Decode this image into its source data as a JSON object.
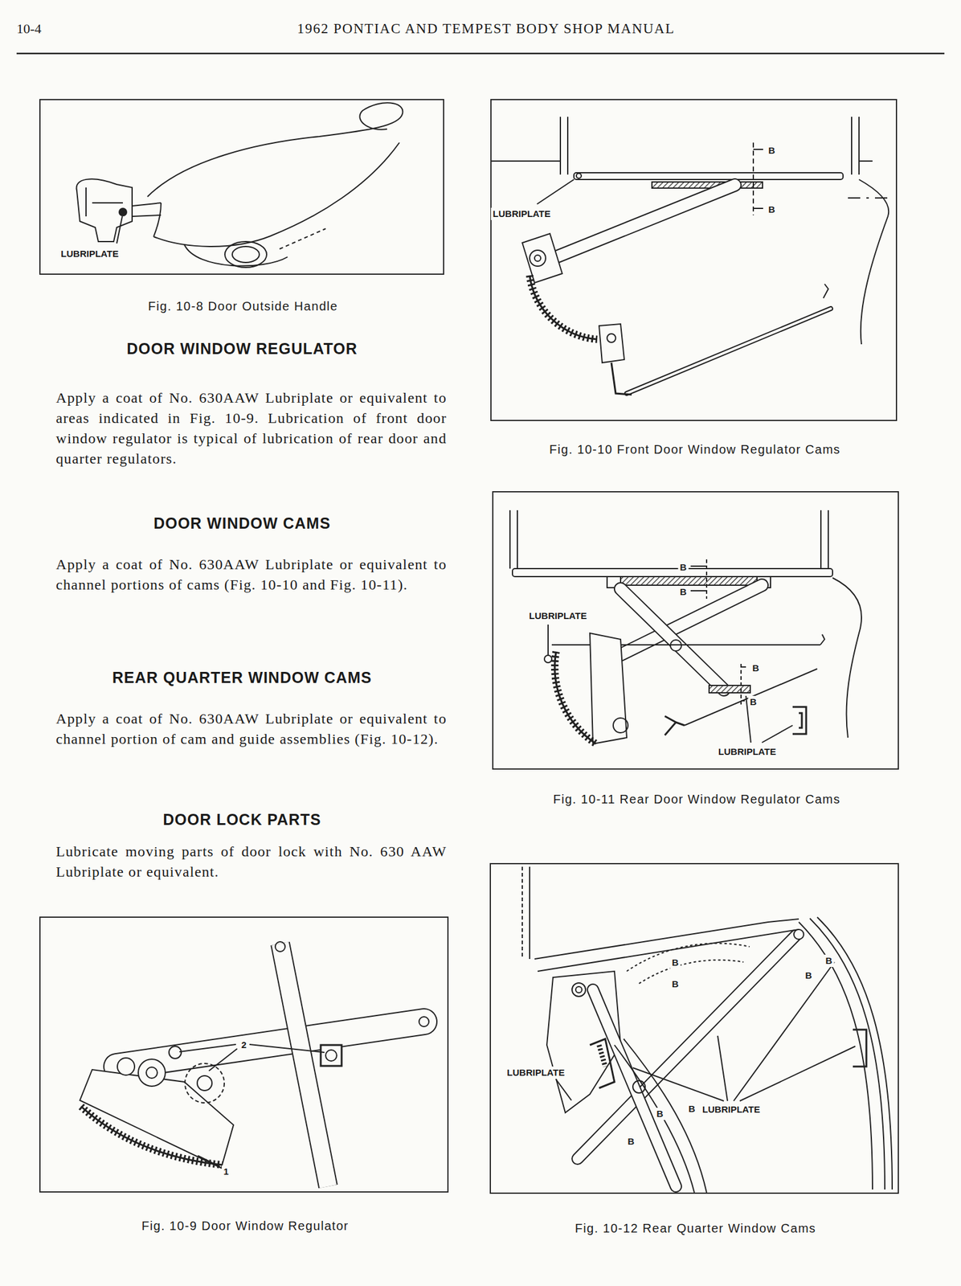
{
  "diagram": {
    "title": "1962 PONTIAC AND TEMPEST BODY SHOP MANUAL",
    "nodes": [
      {
        "text": [
          "LUBRIPLATE",
          "Fig. 10-8 Door Outside Handle"
        ]
      },
      {
        "text": [
          "2",
          "1",
          "Fig. 10-9 Door Window Regulator"
        ]
      },
      {
        "text": [
          "B",
          "B",
          "LUBRIPLATE",
          "Fig. 10-10 Front Door Window Regulator Cams"
        ]
      },
      {
        "text": [
          "B",
          "B",
          "LUBRIPLATE",
          "B",
          "B",
          "LUBRIPLATE",
          "Fig. 10-11 Rear Door Window Regulator Cams"
        ]
      },
      {
        "text": [
          "B",
          "B",
          "B",
          "B",
          "LUBRIPLATE",
          "LUBRIPLATE",
          "B",
          "B",
          "B",
          "Fig. 10-12 Rear Quarter Window Cams"
        ]
      }
    ],
    "edges": [],
    "labels": [
      "10-4",
      "DOOR WINDOW REGULATOR",
      "Apply a coat of No. 630AAW Lubriplate or equivalent to areas indicated in Fig. 10-9. Lubrication of front door window regulator is typical of lubrication of rear door and quarter regulators.",
      "DOOR WINDOW CAMS",
      "Apply a coat of No. 630AAW Lubriplate or equivalent to channel portions of cams (Fig. 10-10 and Fig. 10-11).",
      "REAR QUARTER WINDOW CAMS",
      "Apply a coat of No. 630AAW Lubriplate or equivalent to channel portion of cam and guide assemblies (Fig. 10-12).",
      "DOOR LOCK PARTS",
      "Lubricate moving parts of door lock with No. 630 AAW Lubriplate or equivalent."
    ]
  }
}
